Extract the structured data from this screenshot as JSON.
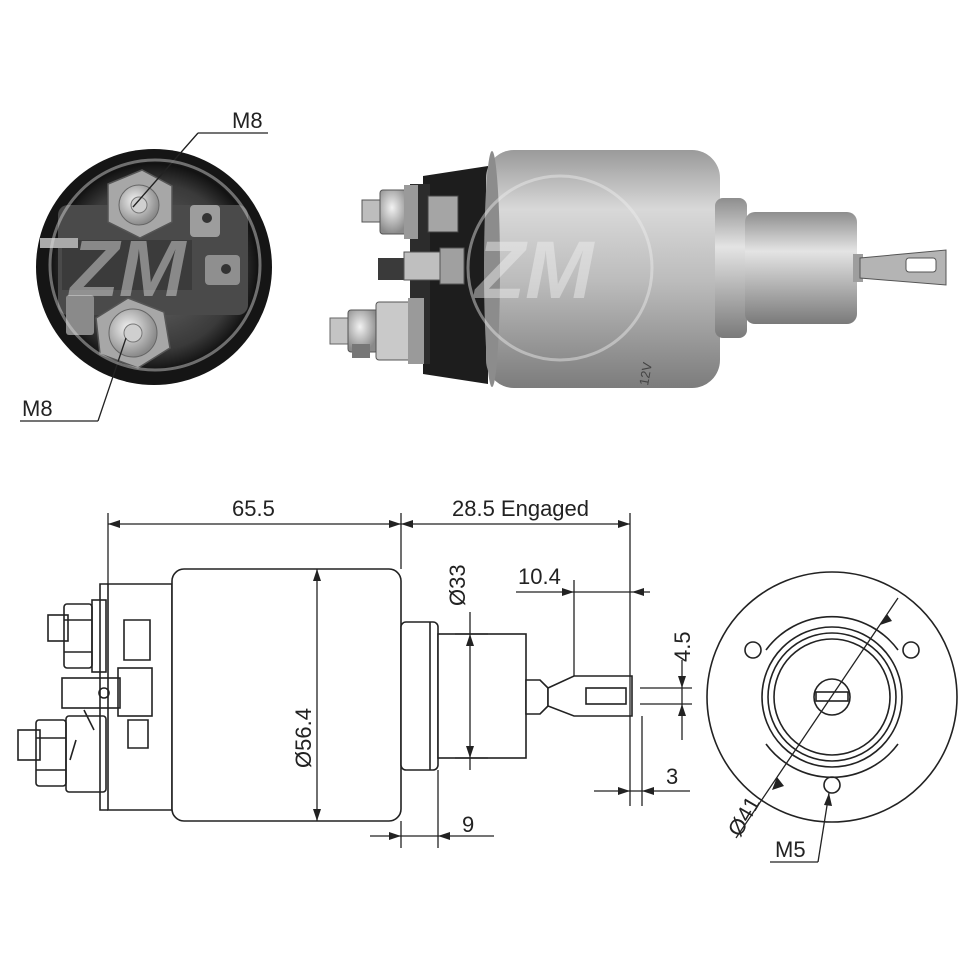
{
  "photo": {
    "front_terminal_top": "M8",
    "front_terminal_bottom": "M8",
    "body_marking": "12V"
  },
  "drawing": {
    "body_length": "65.5",
    "engaged_travel": "28.5 Engaged",
    "body_diameter": "Ø56.4",
    "plunger_diameter": "Ø33",
    "eye_length": "10.4",
    "eye_hole": "4.5",
    "eye_thickness": "3",
    "nose_length": "9",
    "bolt_circle": "Ø41",
    "mount_thread": "M5"
  },
  "colors": {
    "line": "#222222",
    "metal": "#b9b9b9",
    "dark": "#1f1f1f"
  }
}
